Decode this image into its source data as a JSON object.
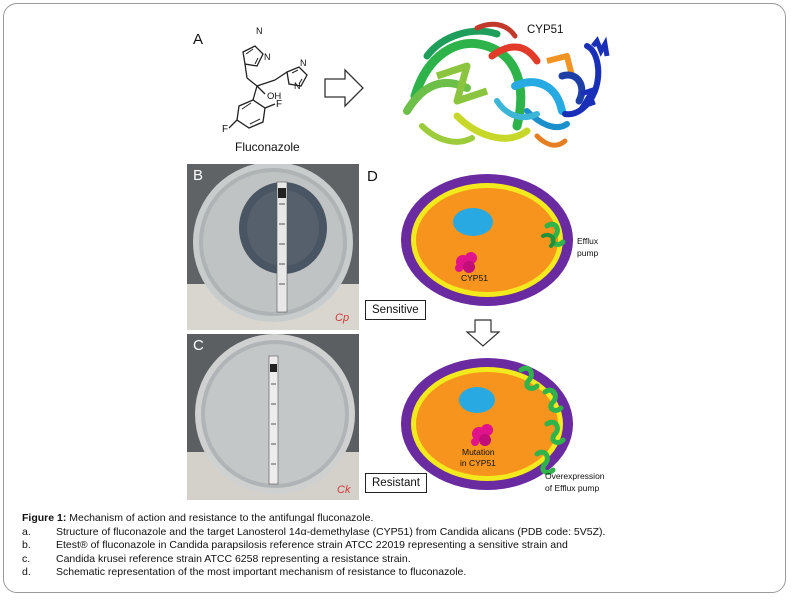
{
  "panels": {
    "a_letter": "A",
    "b_letter": "B",
    "c_letter": "C",
    "d_letter": "D"
  },
  "labels": {
    "fluconazole": "Fluconazole",
    "oh": "OH",
    "f_top": "F",
    "f_bottom": "F",
    "n": "N",
    "cyp51": "CYP51",
    "cyp51_small": "CYP51",
    "efflux_pump_line1": "Efflux",
    "efflux_pump_line2": "pump",
    "mutation_line1": "Mutation",
    "mutation_line2": "in CYP51",
    "overexpression_line1": "Overexpression",
    "overexpression_line2": "of Efflux pump",
    "sensitive": "Sensitive",
    "resistant": "Resistant",
    "plate_mark_b": "Cp",
    "plate_mark_c": "Ck"
  },
  "colors": {
    "membrane": "#6a2aa0",
    "wall": "#f2ea1c",
    "cytoplasm": "#f7941d",
    "nucleus": "#29a9e1",
    "cyp51": "#e0128c",
    "pump": "#2fb34a"
  },
  "caption": {
    "title_bold": "Figure 1:",
    "title_rest": " Mechanism of action and resistance to the antifungal fluconazole.",
    "items": [
      {
        "letter": "a.",
        "text": "Structure of fluconazole and the target Lanosterol 14α-demethylase (CYP51) from Candida alicans (PDB code: 5V5Z)."
      },
      {
        "letter": "b.",
        "text": "Etest® of fluconazole in Candida parapsilosis reference strain ATCC 22019 representing a sensitive strain and"
      },
      {
        "letter": "c.",
        "text": "Candida krusei reference strain ATCC 6258 representing a resistance strain."
      },
      {
        "letter": "d.",
        "text": "Schematic representation of the most important mechanism of resistance to fluconazole."
      }
    ]
  }
}
